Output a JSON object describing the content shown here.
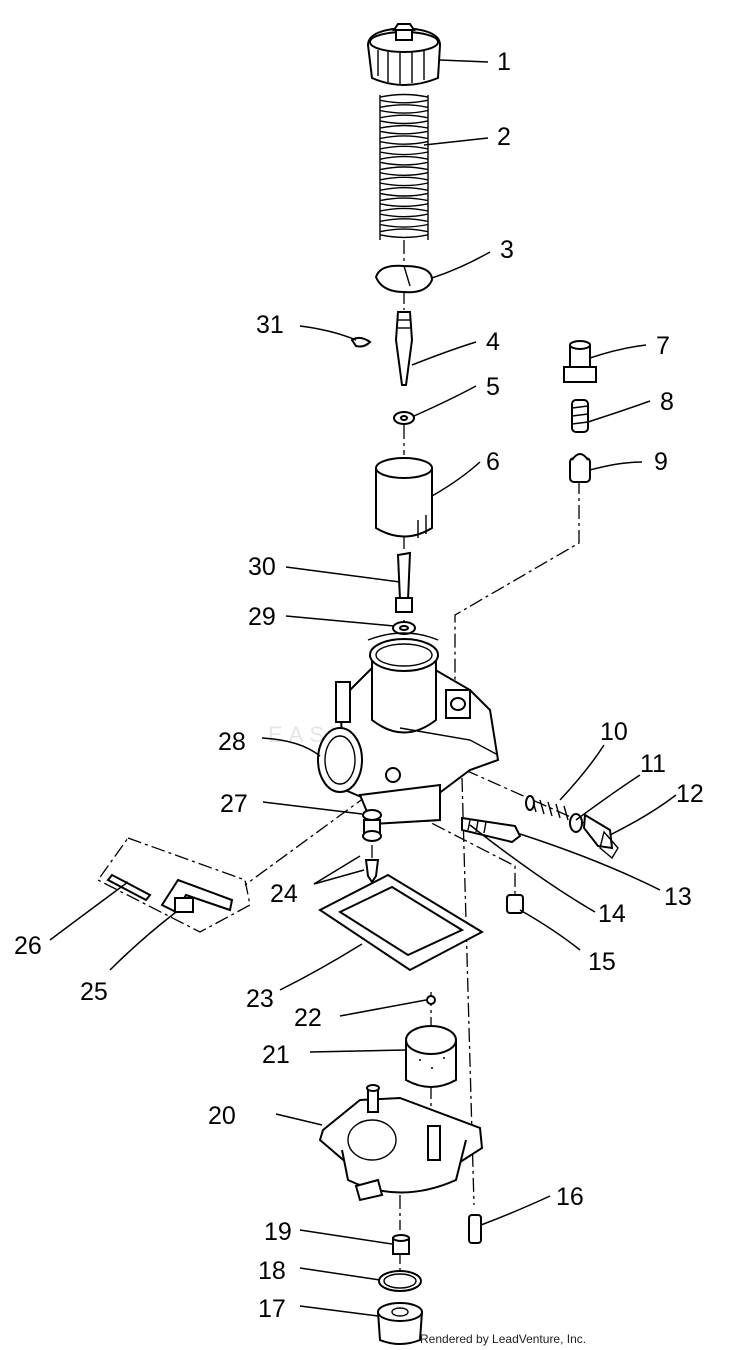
{
  "diagram": {
    "credit": "Rendered by LeadVenture, Inc.",
    "watermark": "EASY RE",
    "callouts": [
      "1",
      "2",
      "3",
      "4",
      "5",
      "6",
      "7",
      "8",
      "9",
      "10",
      "11",
      "12",
      "13",
      "14",
      "15",
      "16",
      "17",
      "18",
      "19",
      "20",
      "21",
      "22",
      "23",
      "24",
      "25",
      "26",
      "27",
      "28",
      "29",
      "30",
      "31"
    ]
  }
}
